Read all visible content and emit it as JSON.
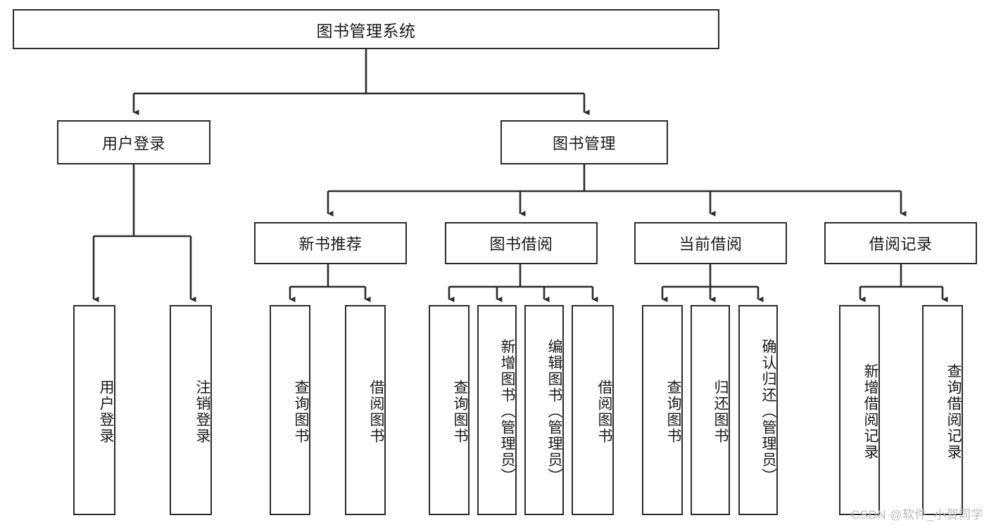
{
  "diagram": {
    "type": "tree-hierarchy-diagram",
    "title": "图书管理系统",
    "root": {
      "id": "root",
      "label": "图书管理系统"
    },
    "level2": [
      {
        "id": "user-login",
        "label": "用户登录"
      },
      {
        "id": "book-management",
        "label": "图书管理"
      }
    ],
    "level3": [
      {
        "id": "new-book-recommend",
        "label": "新书推荐"
      },
      {
        "id": "book-borrow",
        "label": "图书借阅"
      },
      {
        "id": "current-borrow",
        "label": "当前借阅"
      },
      {
        "id": "borrow-record",
        "label": "借阅记录"
      }
    ],
    "leaves": {
      "user_login": [
        {
          "id": "leaf-user-login",
          "label": "用户登录"
        },
        {
          "id": "leaf-logout-login",
          "label": "注销登录"
        }
      ],
      "new_book_recommend": [
        {
          "id": "leaf-query-book-1",
          "label": "查询图书"
        },
        {
          "id": "leaf-borrow-book-1",
          "label": "借阅图书"
        }
      ],
      "book_borrow": [
        {
          "id": "leaf-query-book-2",
          "label": "查询图书"
        },
        {
          "id": "leaf-add-book",
          "label": "新增图书（管理员）"
        },
        {
          "id": "leaf-edit-book",
          "label": "编辑图书（管理员）"
        },
        {
          "id": "leaf-borrow-book-2",
          "label": "借阅图书"
        }
      ],
      "current_borrow": [
        {
          "id": "leaf-query-book-3",
          "label": "查询图书"
        },
        {
          "id": "leaf-return-book",
          "label": "归还图书"
        },
        {
          "id": "leaf-confirm-return",
          "label": "确认归还（管理员）"
        }
      ],
      "borrow_record": [
        {
          "id": "leaf-add-record",
          "label": "新增借阅记录"
        },
        {
          "id": "leaf-query-record",
          "label": "查询借阅记录"
        }
      ]
    }
  },
  "watermark": {
    "text": "CSDN @软件_小贺同学"
  },
  "colors": {
    "stroke": "#2b2b2b",
    "background": "#ffffff",
    "text": "#1a1a1a",
    "watermark": "#b9b9b9"
  }
}
